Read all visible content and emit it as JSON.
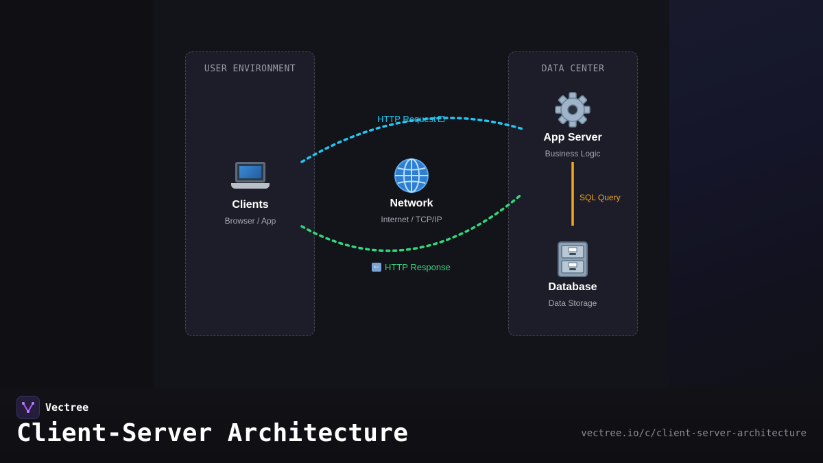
{
  "zones": {
    "user": {
      "title": "USER ENVIRONMENT"
    },
    "datacenter": {
      "title": "DATA CENTER"
    }
  },
  "nodes": {
    "clients": {
      "name": "Clients",
      "subtitle": "Browser / App",
      "icon": "laptop-icon"
    },
    "network": {
      "name": "Network",
      "subtitle": "Internet / TCP/IP",
      "icon": "globe-icon"
    },
    "app_server": {
      "name": "App Server",
      "subtitle": "Business Logic",
      "icon": "gear-icon"
    },
    "database": {
      "name": "Database",
      "subtitle": "Data Storage",
      "icon": "file-cabinet-icon"
    }
  },
  "edges": {
    "request": {
      "label": "HTTP Request",
      "color": "#22c7f0"
    },
    "response": {
      "label": "HTTP Response",
      "color": "#34d67c"
    },
    "sql": {
      "label": "SQL Query",
      "color": "#f5a623"
    }
  },
  "footer": {
    "brand": "Vectree",
    "title": "Client-Server Architecture",
    "url": "vectree.io/c/client-server-architecture"
  }
}
